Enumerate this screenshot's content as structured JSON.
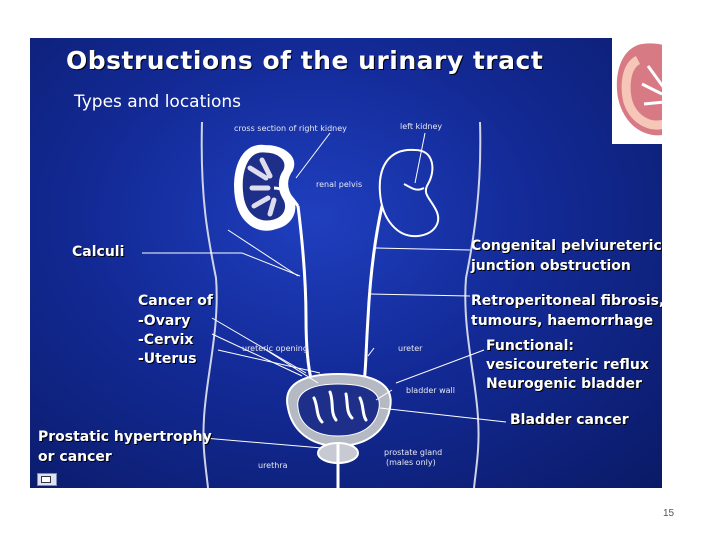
{
  "title": "Obstructions of the urinary tract",
  "subtitle": "Types and locations",
  "anatomy_labels": {
    "cross_section": "cross section of right kidney",
    "left_kidney": "left kidney",
    "renal_pelvis": "renal pelvis",
    "ureteric_opening": "ureteric opening",
    "ureter": "ureter",
    "bladder_wall": "bladder wall",
    "prostate_gland": "prostate gland",
    "males_only": "(males only)",
    "urethra": "urethra"
  },
  "callouts": {
    "calculi": "Calculi",
    "cancer_of": "Cancer of",
    "ovary": "-Ovary",
    "cervix": "-Cervix",
    "uterus": "-Uterus",
    "prostatic_1": "Prostatic hypertrophy",
    "prostatic_2": "or cancer",
    "congenital_1": "Congenital pelviureteric",
    "congenital_2": "junction obstruction",
    "retro_1": "Retroperitoneal fibrosis,",
    "retro_2": "tumours, haemorrhage",
    "functional_1": "Functional:",
    "functional_2": "vesicoureteric reflux",
    "functional_3": "Neurogenic bladder",
    "bladder_cancer": "Bladder cancer"
  },
  "page_number": "15",
  "colors": {
    "slide_bg": "#132a96",
    "line": "#ffffff",
    "bladder": "#b5b9c4"
  }
}
